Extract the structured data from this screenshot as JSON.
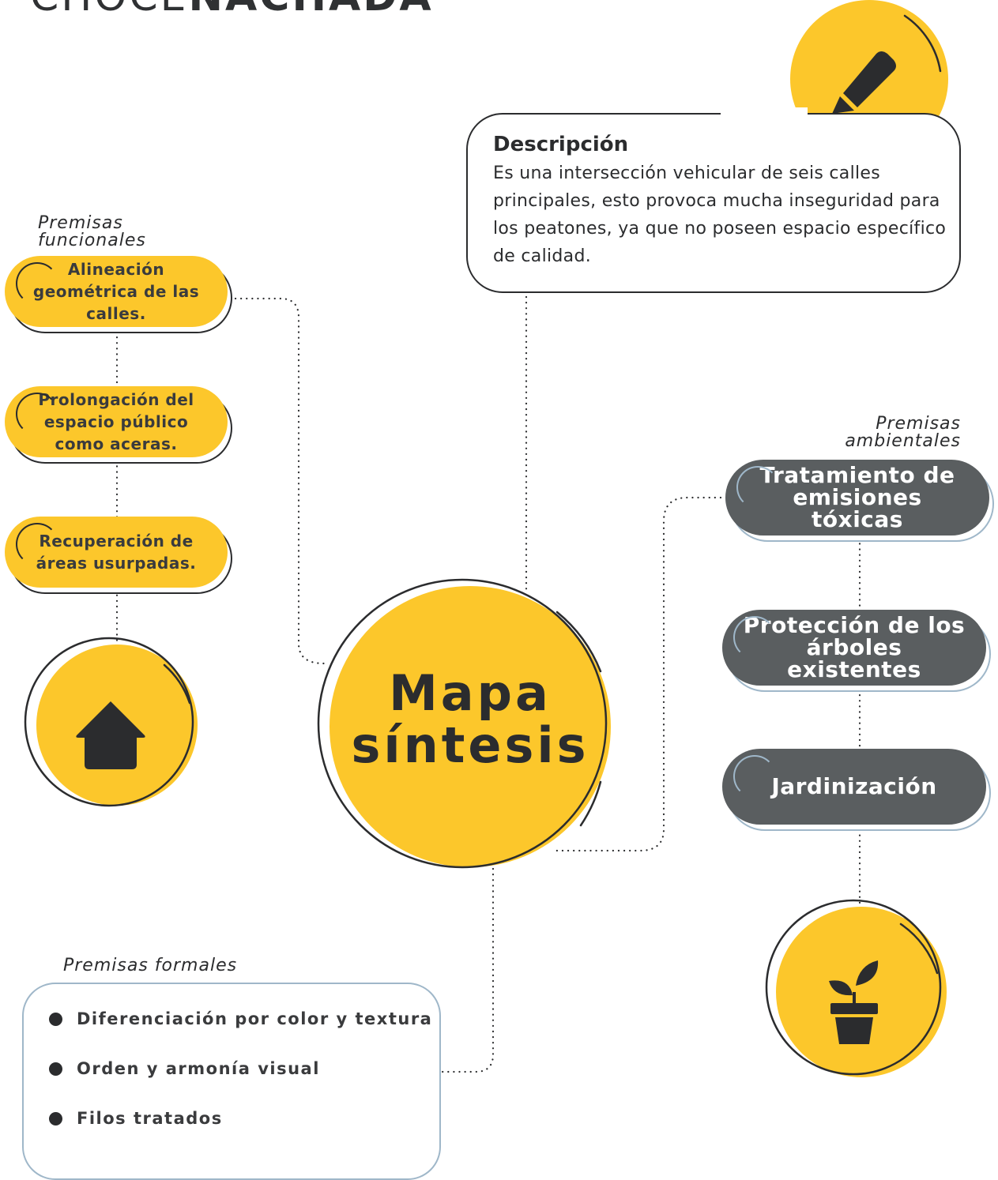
{
  "header": {
    "light": "CHOCE",
    "bold": "NACHADA"
  },
  "main": {
    "line1": "Mapa",
    "line2": "síntesis"
  },
  "description": {
    "title": "Descripción",
    "text": "Es una intersección vehicular de seis calles principales, esto provoca mucha inseguridad para los peatones, ya que no poseen espacio específico de calidad."
  },
  "functional": {
    "label": "Premisas funcionales",
    "items": [
      {
        "text": "Alineación geométrica de las calles."
      },
      {
        "text": "Prolongación del espacio público como aceras."
      },
      {
        "text": "Recuperación de áreas usurpadas."
      }
    ]
  },
  "environmental": {
    "label": "Premisas ambientales",
    "items": [
      {
        "text": "Tratamiento de emisiones tóxicas"
      },
      {
        "text": "Protección de los árboles existentes"
      },
      {
        "text": "Jardinización"
      }
    ]
  },
  "formal": {
    "label": "Premisas formales",
    "items": [
      {
        "text": "Diferenciación por color y textura"
      },
      {
        "text": "Orden y armonía visual"
      },
      {
        "text": "Filos tratados"
      }
    ]
  },
  "icons": {
    "description": "pencil-icon",
    "functional": "house-icon",
    "environmental": "plant-icon"
  },
  "colors": {
    "yellow": "#fcc72b",
    "dark": "#2b2c2e",
    "gray": "#5a5e60",
    "light_blue": "#9fb7c9"
  }
}
